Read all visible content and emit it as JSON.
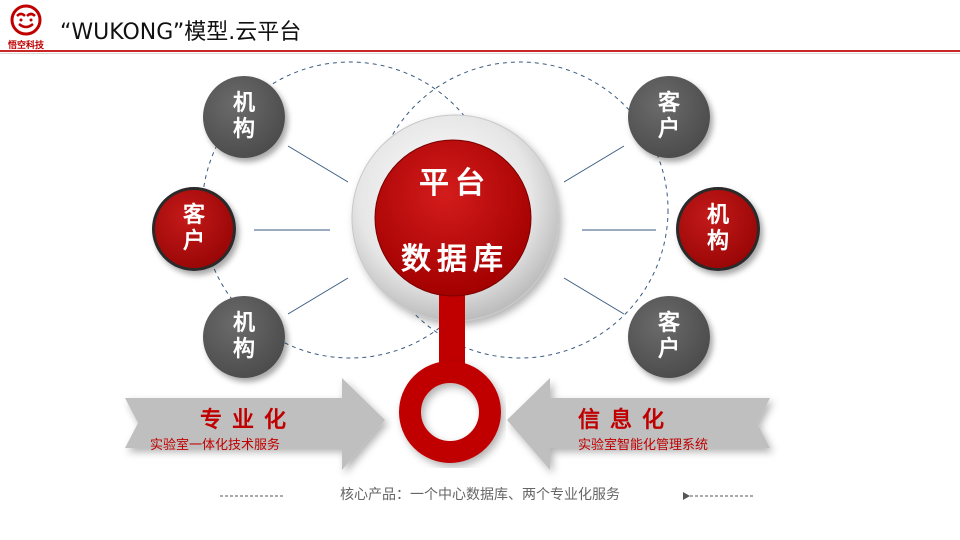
{
  "header": {
    "logo_text": "悟空科技",
    "title": "“WUKONG”模型.云平台"
  },
  "hub": {
    "top_label": "平台",
    "main_label": "数据库"
  },
  "left_nodes": [
    {
      "label": "机构",
      "style": "grey"
    },
    {
      "label": "客户",
      "style": "red"
    },
    {
      "label": "机构",
      "style": "grey"
    }
  ],
  "right_nodes": [
    {
      "label": "客户",
      "style": "grey"
    },
    {
      "label": "机构",
      "style": "red"
    },
    {
      "label": "客户",
      "style": "grey"
    }
  ],
  "left_arrow": {
    "title": "专业化",
    "subtitle": "实验室一体化技术服务"
  },
  "right_arrow": {
    "title": "信息化",
    "subtitle": "实验室智能化管理系统"
  },
  "footer": {
    "text": "核心产品：一个中心数据库、两个专业化服务"
  },
  "colors": {
    "accent": "#c00000",
    "grey": "#4d4d4d",
    "arrow": "#bfbfbf"
  }
}
